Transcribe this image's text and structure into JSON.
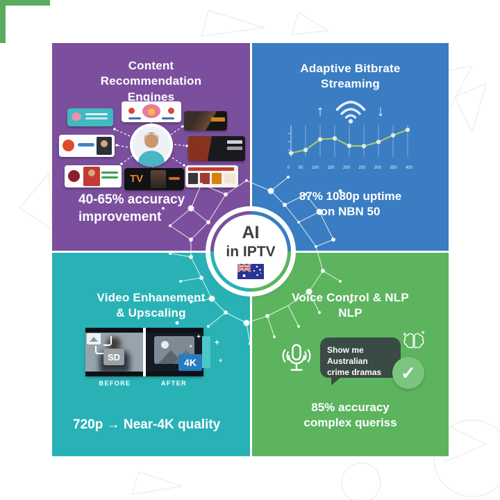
{
  "center": {
    "line1": "AI",
    "line2": "in IPTV",
    "flag_icon": "australian-flag-icon"
  },
  "quadrants": {
    "recommendation": {
      "title": "Content\nRecommendation\nEngines",
      "stat": "40-65% accuracy\nimprovement",
      "tv_label": "TV"
    },
    "bitrate": {
      "title": "Adaptive Bitbrate\nStreaming",
      "stat": "87% 1080p uptime\non NBN 50"
    },
    "enhancement": {
      "title": "Video Enhanement\n& Upscaling",
      "before_label": "BEFORE",
      "after_label": "AFTER",
      "sd_label": "SD",
      "fourk_label": "4K",
      "stat": "720p → Near-4K quality"
    },
    "voice": {
      "title": "Voice Control & NLP\nNLP",
      "bubble": "Show me Australian\ncrime dramas",
      "stat": "85% accuracy\ncomplex queriss"
    }
  },
  "icons": {
    "up_arrow": "↑",
    "down_arrow": "↓",
    "checkmark": "✓",
    "wifi": "wifi-icon",
    "microphone": "microphone-icon",
    "brain": "brain-icon"
  },
  "chart_data": {
    "type": "line",
    "title": "",
    "xlabel": "",
    "ylabel": "",
    "x_tick_labels": [
      "0",
      "50",
      "100",
      "150",
      "200",
      "250",
      "300",
      "350",
      "400"
    ],
    "values": [
      12,
      22,
      55,
      58,
      35,
      34,
      47,
      68,
      85
    ],
    "ylim": [
      0,
      100
    ],
    "grid": true,
    "legend": "none",
    "line_color": "#a9c765",
    "dot_color": "#d9e9f4"
  },
  "colors": {
    "quadrant_purple": "#7b4f9d",
    "quadrant_blue": "#3a7dc2",
    "quadrant_teal": "#29b2b6",
    "quadrant_green": "#5cb45f",
    "corner_green": "#5aab5e",
    "corner_gold": "#c9b23c",
    "badge_4k_blue": "#2a7cc0",
    "speech_bubble": "#3a4a44",
    "check_green": "#7cc57f",
    "flag_blue": "#283593"
  }
}
